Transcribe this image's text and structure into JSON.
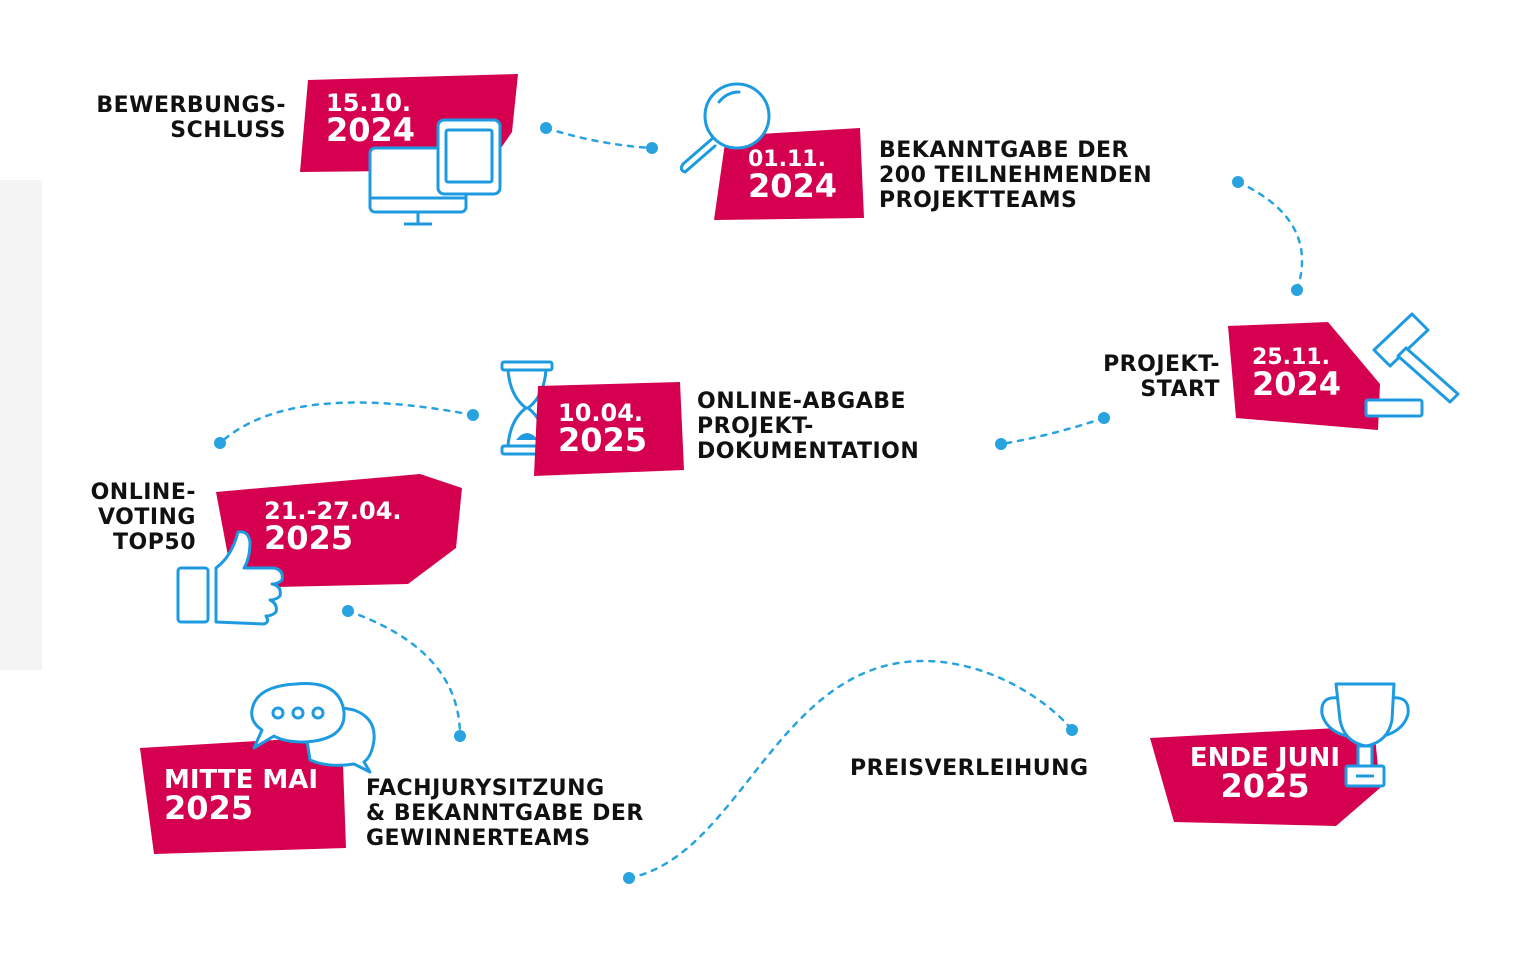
{
  "colors": {
    "badge": "#d5004f",
    "icon_stroke": "#1e9be0",
    "icon_fill": "#ffffff",
    "dots": "#29a3e0",
    "label": "#111111"
  },
  "milestones": [
    {
      "label_lines": [
        "BEWERBUNGS-",
        "SCHLUSS"
      ],
      "date_lines": [
        "15.10.",
        "2024"
      ],
      "icon": "devices-icon"
    },
    {
      "label_lines": [
        "BEKANNTGABE DER",
        "200 TEILNEHMENDEN",
        "PROJEKTTEAMS"
      ],
      "date_lines": [
        "01.11.",
        "2024"
      ],
      "icon": "magnifier-icon"
    },
    {
      "label_lines": [
        "PROJEKT-",
        "START"
      ],
      "date_lines": [
        "25.11.",
        "2024"
      ],
      "icon": "gavel-icon"
    },
    {
      "label_lines": [
        "ONLINE-ABGABE",
        "PROJEKT-",
        "DOKUMENTATION"
      ],
      "date_lines": [
        "10.04.",
        "2025"
      ],
      "icon": "hourglass-icon"
    },
    {
      "label_lines": [
        "ONLINE-",
        "VOTING",
        "TOP50"
      ],
      "date_lines": [
        "21.-27.04.",
        "2025"
      ],
      "icon": "thumbs-up-icon"
    },
    {
      "label_lines": [
        "FACHJURYSITZUNG",
        "& BEKANNTGABE DER",
        "GEWINNERTEAMS"
      ],
      "date_lines": [
        "MITTE MAI",
        "2025"
      ],
      "icon": "chat-bubbles-icon"
    },
    {
      "label_lines": [
        "PREISVERLEIHUNG"
      ],
      "date_lines": [
        "ENDE JUNI",
        "2025"
      ],
      "icon": "trophy-icon"
    }
  ]
}
